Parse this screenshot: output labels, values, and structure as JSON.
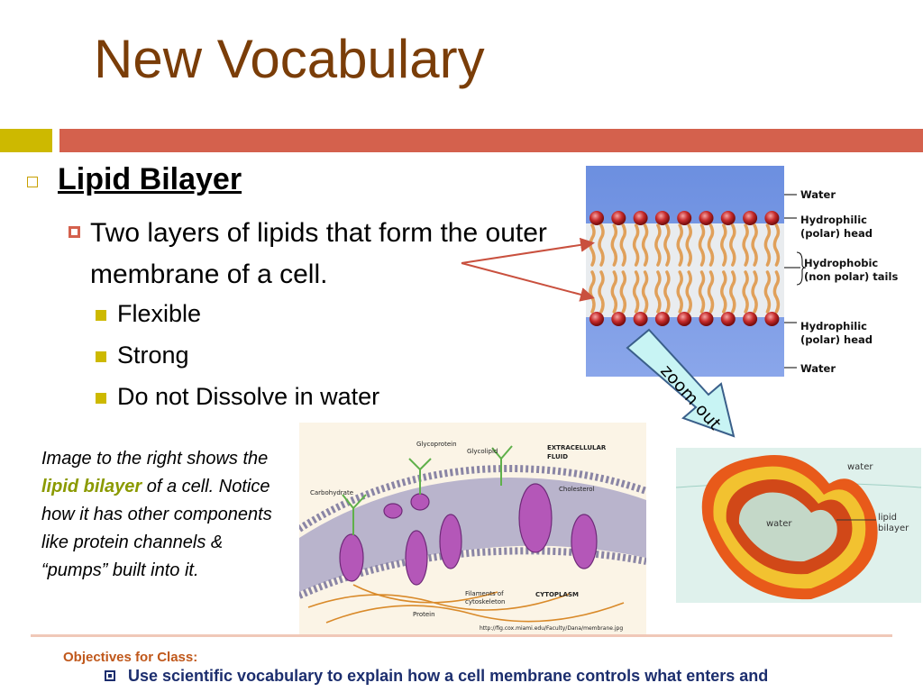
{
  "slide": {
    "title": "New Vocabulary",
    "heading": "Lipid Bilayer",
    "definition": "Two layers of lipids that form the outer membrane of a cell.",
    "properties": [
      "Flexible",
      "Strong",
      "Do not Dissolve in water"
    ],
    "note": {
      "part1": "Image to the right shows the ",
      "highlight": "lipid bilayer",
      "part2": " of a cell.  Notice how it has other components like protein channels & “pumps” built into it."
    },
    "objectives_label": "Objectives for Class:",
    "objective_1": "Use scientific vocabulary to explain how a cell membrane controls what enters and"
  },
  "membrane_diagram": {
    "labels": {
      "water_top": "Water",
      "head_top_1": "Hydrophilic",
      "head_top_2": "(polar) head",
      "tails_1": "Hydrophobic",
      "tails_2": "(non polar) tails",
      "head_bottom_1": "Hydrophilic",
      "head_bottom_2": "(polar) head",
      "water_bottom": "Water"
    }
  },
  "zoom_callout": {
    "label": "zoom out"
  },
  "detail_diagram": {
    "labels": {
      "glycoprotein": "Glycoprotein",
      "glycolipid": "Glycolipid",
      "extracellular_1": "EXTRACELLULAR",
      "extracellular_2": "FLUID",
      "carbohydrate": "Carbohydrate",
      "cholesterol": "Cholesterol",
      "filaments_1": "Filaments of",
      "filaments_2": "cytoskeleton",
      "cytoplasm": "CYTOPLASM",
      "protein": "Protein",
      "source": "http://fig.cox.miami.edu/Faculty/Dana/membrane.jpg"
    }
  },
  "cell_diagram": {
    "labels": {
      "water_outer": "water",
      "water_inner": "water",
      "bilayer_1": "lipid",
      "bilayer_2": "bilayer"
    }
  },
  "colors": {
    "title": "#7a3d08",
    "accent_gold": "#cdb900",
    "accent_red": "#d4614d",
    "objective_text": "#1c2e6e",
    "objective_label": "#c0581b"
  }
}
